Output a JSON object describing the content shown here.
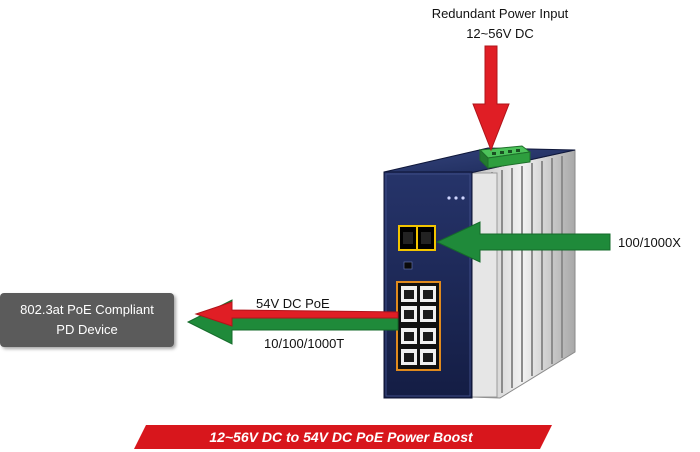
{
  "labels": {
    "redundant_power_line1": "Redundant Power Input",
    "redundant_power_line2": "12~56V DC",
    "fiber_port": "100/1000X",
    "poe_output": "54V DC PoE",
    "copper_ports": "10/100/1000T"
  },
  "pd_device": {
    "line1": "802.3at PoE Compliant",
    "line2": "PD Device"
  },
  "banner": {
    "text": "12~56V DC to 54V DC PoE Power Boost"
  },
  "colors": {
    "power_arrow_red": "#e01e25",
    "data_arrow_green": "#1f8a3a",
    "banner_red": "#d8161c",
    "switch_front_navy": "#1d2a5a",
    "pd_box_gray": "#5b5b5b",
    "terminal_green": "#2e9e3e",
    "sfp_port_yellow": "#f2c400",
    "rj45_border_orange": "#e08a1e"
  }
}
